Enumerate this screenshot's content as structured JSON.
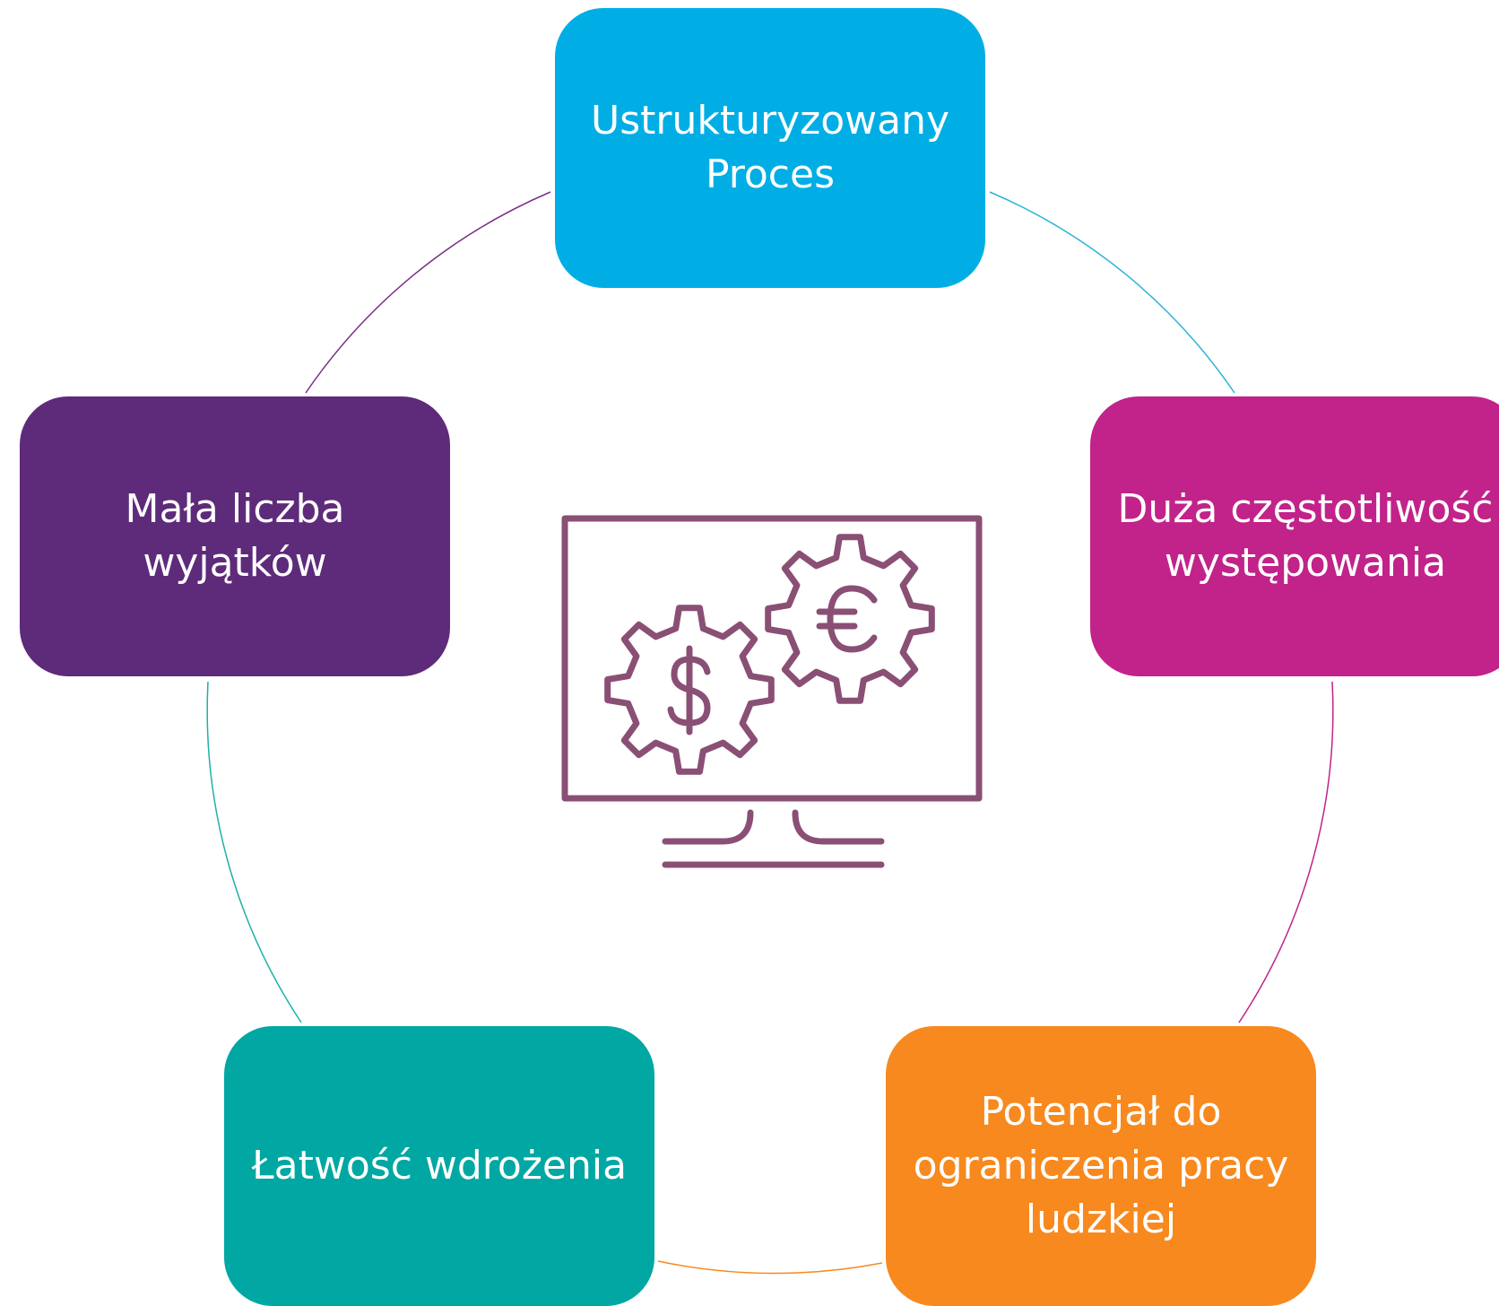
{
  "nodes": [
    {
      "id": "box-top",
      "label": "Ustrukturyzowany\nProces",
      "color": "#00AEE5"
    },
    {
      "id": "box-right",
      "label": "Duża częstotliwość\nwystępowania",
      "color": "#C1238A"
    },
    {
      "id": "box-br",
      "label": "Potencjał do\nograniczenia pracy\nludzkiej",
      "color": "#F7891E"
    },
    {
      "id": "box-bl",
      "label": "Łatwość wdrożenia",
      "color": "#00A7A3"
    },
    {
      "id": "box-left",
      "label": "Mała liczba\nwyjątków",
      "color": "#5E2A7A"
    }
  ],
  "center_icon": {
    "name": "monitor-gears-dollar-euro-icon",
    "color": "#8A4F74",
    "symbols": [
      "$",
      "€"
    ]
  }
}
